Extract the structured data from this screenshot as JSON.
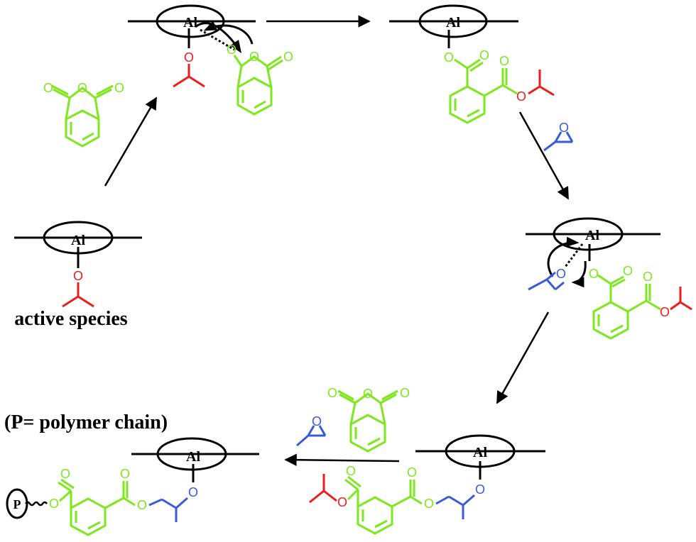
{
  "diagram": {
    "metal_label": "Al",
    "oxygen_label": "O",
    "polymer_label": "P",
    "active_species_label": "active species",
    "polymer_note": "(P= polymer chain)"
  },
  "colors": {
    "ligand": "#000000",
    "isopropoxide": "#ee1c1c",
    "anhydride": "#7ee81e",
    "epoxide": "#3a5bd9"
  }
}
